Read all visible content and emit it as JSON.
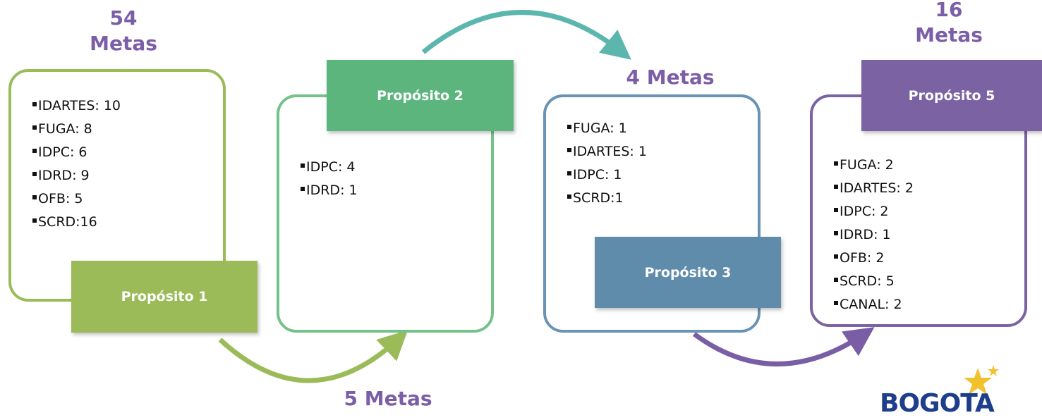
{
  "colors": {
    "meta_text": "#7b5ea7",
    "p1": "#9bbb59",
    "p2": "#5cb57d",
    "p2_frame": "#74c18a",
    "p2_arrow": "#5bb6ad",
    "p3": "#5f8cab",
    "p3_frame": "#6a93b4",
    "p4_arrow": "#7a5ea5",
    "p5": "#7b62a3",
    "logo": "#1e3d8a",
    "star": "#f2c12e"
  },
  "p1": {
    "count": "54\nMetas",
    "label": "Propósito 1",
    "items": [
      "IDARTES: 10",
      "FUGA: 8",
      "IDPC: 6",
      "IDRD: 9",
      "OFB: 5",
      "SCRD:16"
    ]
  },
  "p2": {
    "count": "5 Metas",
    "label": "Propósito 2",
    "items": [
      "IDPC: 4",
      "IDRD: 1"
    ]
  },
  "p3": {
    "count": "4 Metas",
    "label": "Propósito 3",
    "items": [
      "FUGA: 1",
      "IDARTES: 1",
      "IDPC: 1",
      "SCRD:1"
    ]
  },
  "p5": {
    "count": "16\nMetas",
    "label": "Propósito 5",
    "items": [
      "FUGA: 2",
      "IDARTES: 2",
      "IDPC: 2",
      "IDRD: 1",
      "OFB: 2",
      "SCRD: 5",
      "CANAL: 2"
    ]
  },
  "logo": {
    "text": "BOGOTA"
  }
}
